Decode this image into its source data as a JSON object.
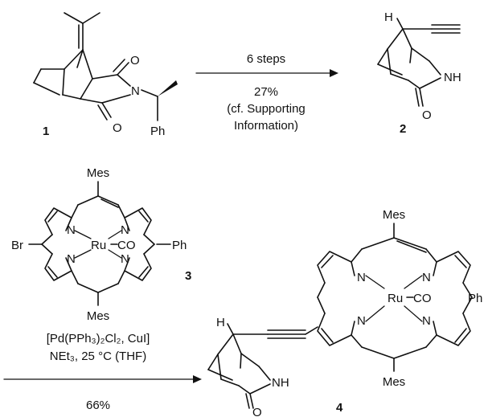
{
  "compounds": [
    {
      "number": "1"
    },
    {
      "number": "2"
    },
    {
      "number": "3"
    },
    {
      "number": "4"
    }
  ],
  "atoms": {
    "O": "O",
    "N": "N",
    "NH": "NH",
    "H": "H",
    "Ph": "Ph",
    "Mes": "Mes",
    "Br": "Br",
    "Ru": "Ru",
    "CO": "CO"
  },
  "reaction1": {
    "above": "6 steps",
    "below": [
      "27%",
      "(cf. Supporting",
      "Information)"
    ]
  },
  "reaction2": {
    "above": [
      "[Pd(PPh₃)₂Cl₂, CuI]",
      "NEt₃, 25 °C (THF)"
    ],
    "below": "66%"
  }
}
